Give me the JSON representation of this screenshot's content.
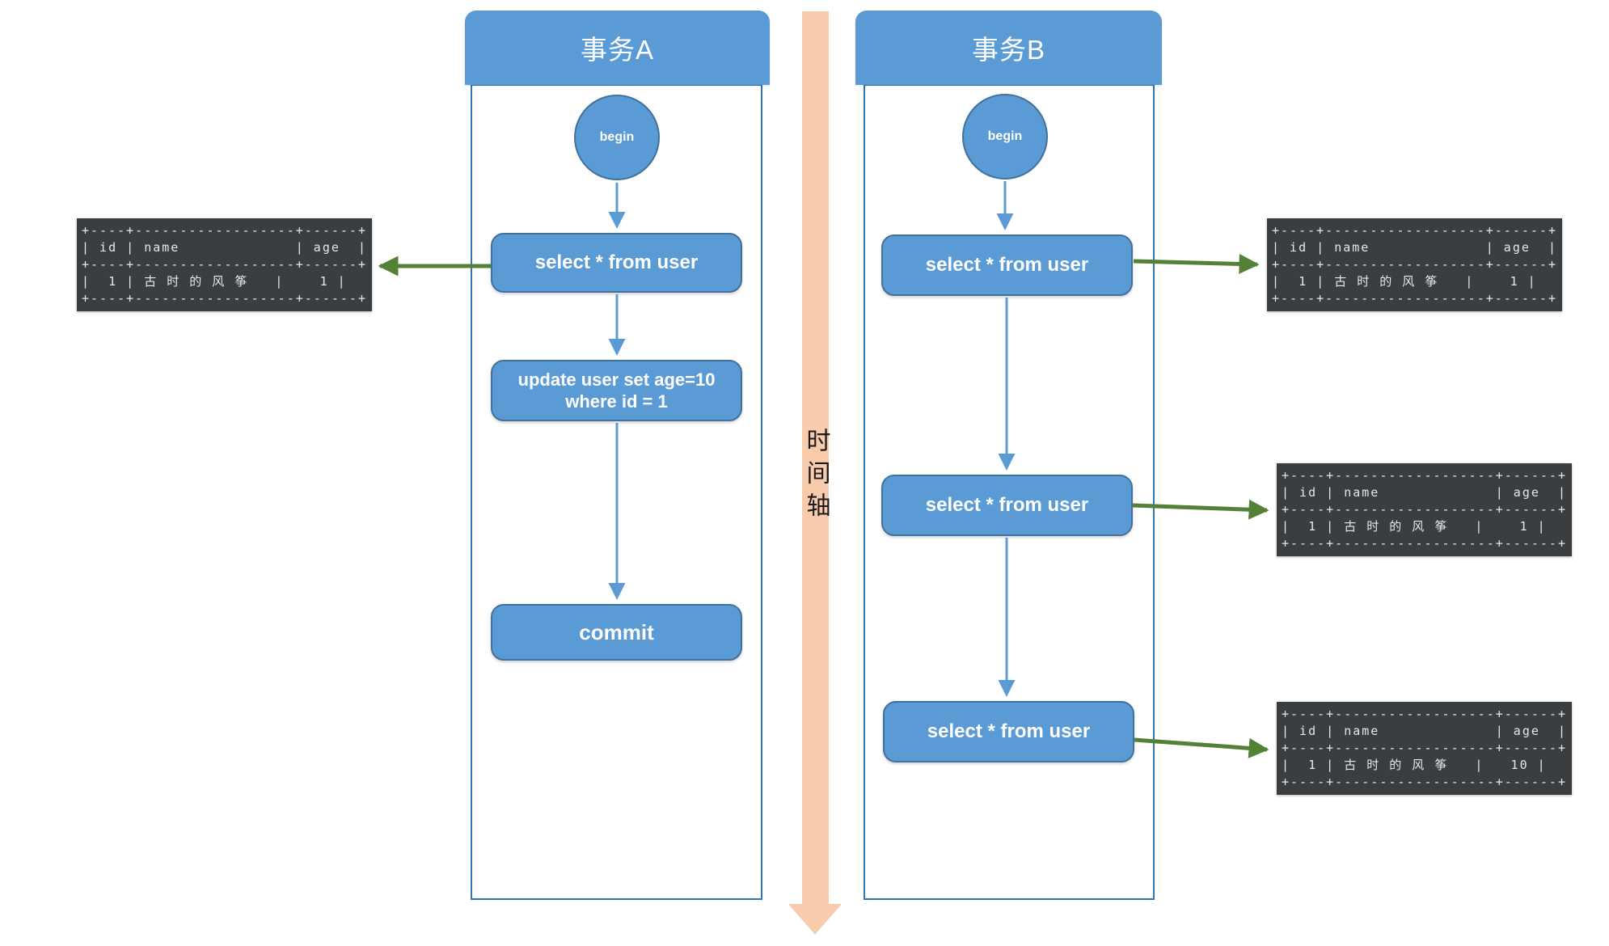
{
  "transaction_a": {
    "title": "事务A",
    "begin_label": "begin",
    "select_label": "select * from user",
    "update_label": "update user set age=10\nwhere id = 1",
    "commit_label": "commit"
  },
  "transaction_b": {
    "title": "事务B",
    "begin_label": "begin",
    "select_1_label": "select * from user",
    "select_2_label": "select * from user",
    "select_3_label": "select * from user"
  },
  "time_axis": {
    "label": "时间轴"
  },
  "result_tables": {
    "a_select_result": "+----+------------------+------+\n| id | name             | age  |\n+----+------------------+------+\n|  1 | 古 时 的 风 筝   |    1 |\n+----+------------------+------+",
    "b_select_1_result": "+----+------------------+------+\n| id | name             | age  |\n+----+------------------+------+\n|  1 | 古 时 的 风 筝   |    1 |\n+----+------------------+------+",
    "b_select_2_result": "+----+------------------+------+\n| id | name             | age  |\n+----+------------------+------+\n|  1 | 古 时 的 风 筝   |    1 |\n+----+------------------+------+",
    "b_select_3_result": "+----+------------------+------+\n| id | name             | age  |\n+----+------------------+------+\n|  1 | 古 时 的 风 筝   |   10 |\n+----+------------------+------+"
  },
  "table_values": {
    "columns": [
      "id",
      "name",
      "age"
    ],
    "rows": {
      "a_select": {
        "id": 1,
        "name": "古时的风筝",
        "age": 1
      },
      "b_select_1": {
        "id": 1,
        "name": "古时的风筝",
        "age": 1
      },
      "b_select_2": {
        "id": 1,
        "name": "古时的风筝",
        "age": 1
      },
      "b_select_3": {
        "id": 1,
        "name": "古时的风筝",
        "age": 10
      }
    }
  },
  "colors": {
    "node_blue_fill": "#5b9bd5",
    "node_blue_border": "#41719c",
    "frame_border_blue": "#2e75b6",
    "arrow_green": "#538135",
    "time_axis_peach": "#f8cbad",
    "table_background": "#3a3e41",
    "table_text": "#e8e8e6"
  }
}
